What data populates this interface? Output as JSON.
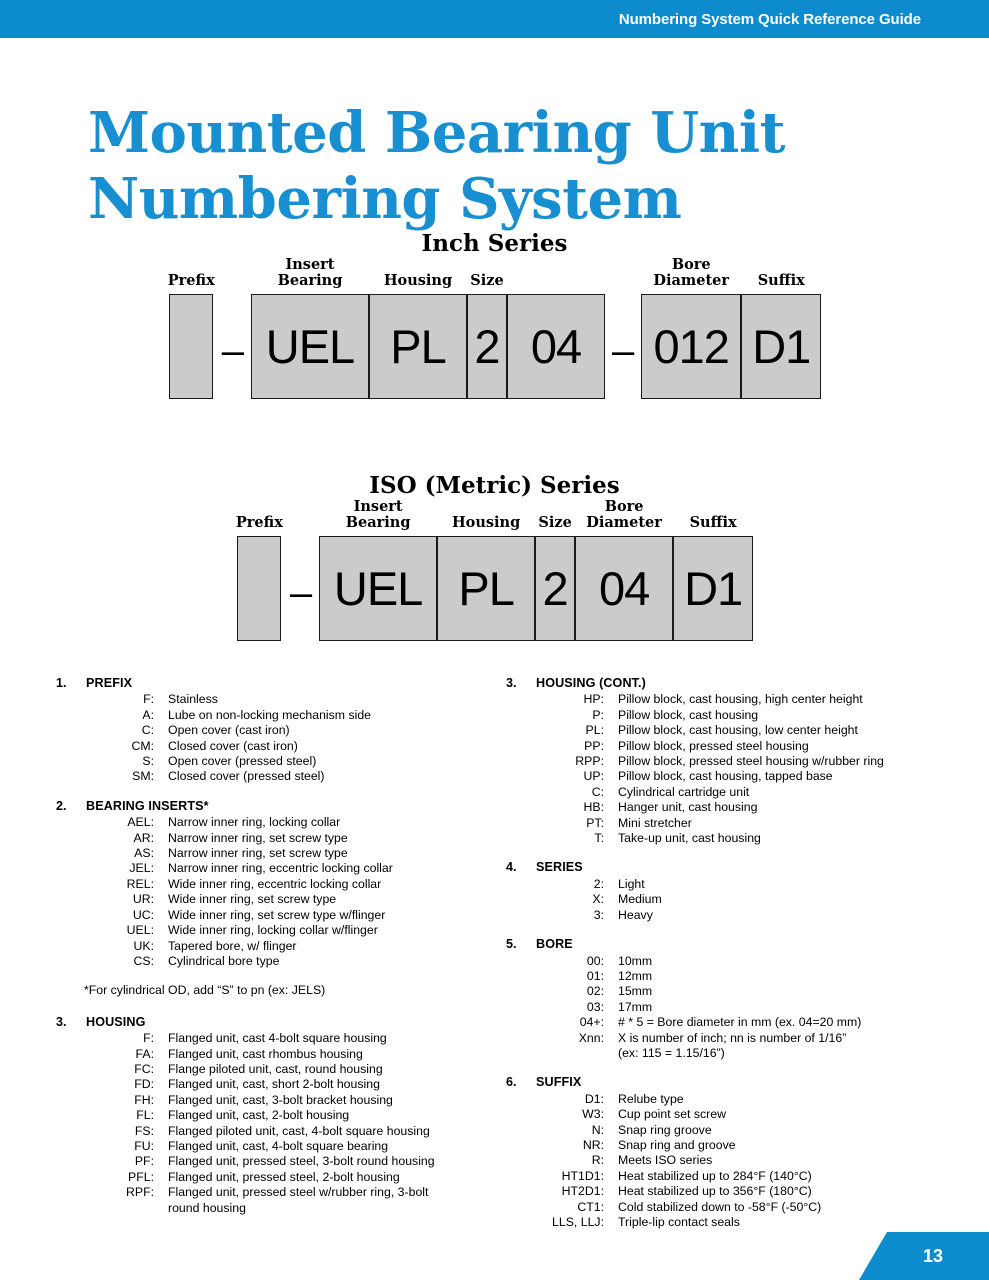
{
  "header": {
    "title": "Numbering System Quick Reference Guide",
    "accent_color": "#0c8ccd"
  },
  "title": {
    "line1": "Mounted Bearing Unit",
    "line2": "Numbering System",
    "color": "#178fd0"
  },
  "diagrams": [
    {
      "heading": "Inch Series",
      "box_fill": "#cbcbcb",
      "parts": [
        {
          "label": "Prefix",
          "value": "",
          "width": 44,
          "height": 105
        },
        {
          "separator": "–"
        },
        {
          "label": "Insert\nBearing",
          "value": "UEL",
          "width": 118,
          "height": 105
        },
        {
          "label": "Housing",
          "value": "PL",
          "width": 98,
          "height": 105
        },
        {
          "label": "Size",
          "value": "2",
          "width": 40,
          "height": 105
        },
        {
          "label": "",
          "value": "04",
          "width": 98,
          "height": 105
        },
        {
          "separator": "–"
        },
        {
          "label": "Bore\nDiameter",
          "value": "012",
          "width": 100,
          "height": 105
        },
        {
          "label": "Suffix",
          "value": "D1",
          "width": 80,
          "height": 105
        }
      ]
    },
    {
      "heading": "ISO (Metric) Series",
      "box_fill": "#cbcbcb",
      "parts": [
        {
          "label": "Prefix",
          "value": "",
          "width": 44,
          "height": 105
        },
        {
          "separator": "–"
        },
        {
          "label": "Insert\nBearing",
          "value": "UEL",
          "width": 118,
          "height": 105
        },
        {
          "label": "Housing",
          "value": "PL",
          "width": 98,
          "height": 105
        },
        {
          "label": "Size",
          "value": "2",
          "width": 40,
          "height": 105
        },
        {
          "label": "Bore\nDiameter",
          "value": "04",
          "width": 98,
          "height": 105
        },
        {
          "label": "Suffix",
          "value": "D1",
          "width": 80,
          "height": 105
        }
      ]
    }
  ],
  "legend": {
    "left_column": [
      {
        "number": "1.",
        "name": "PREFIX",
        "entries": [
          {
            "code": "F:",
            "desc": "Stainless"
          },
          {
            "code": "A:",
            "desc": "Lube on non-locking mechanism side"
          },
          {
            "code": "C:",
            "desc": "Open cover (cast iron)"
          },
          {
            "code": "CM:",
            "desc": "Closed cover (cast iron)"
          },
          {
            "code": "S:",
            "desc": "Open cover (pressed steel)"
          },
          {
            "code": "SM:",
            "desc": "Closed cover (pressed steel)"
          }
        ]
      },
      {
        "number": "2.",
        "name": "BEARING INSERTS*",
        "entries": [
          {
            "code": "AEL:",
            "desc": "Narrow inner ring, locking collar"
          },
          {
            "code": "AR:",
            "desc": "Narrow inner ring, set screw type"
          },
          {
            "code": "AS:",
            "desc": "Narrow inner ring, set screw type"
          },
          {
            "code": "JEL:",
            "desc": "Narrow inner ring, eccentric locking collar"
          },
          {
            "code": "REL:",
            "desc": "Wide inner ring, eccentric locking collar"
          },
          {
            "code": "UR:",
            "desc": "Wide inner ring, set screw type"
          },
          {
            "code": "UC:",
            "desc": "Wide inner ring, set screw type w/flinger"
          },
          {
            "code": "UEL:",
            "desc": "Wide inner ring, locking collar w/flinger"
          },
          {
            "code": "UK:",
            "desc": "Tapered bore,  w/ flinger"
          },
          {
            "code": "CS:",
            "desc": "Cylindrical bore type"
          }
        ]
      },
      {
        "footnote": "*For cylindrical OD, add “S” to pn (ex: JELS)"
      },
      {
        "number": "3.",
        "name": "HOUSING",
        "entries": [
          {
            "code": "F:",
            "desc": "Flanged unit, cast 4-bolt square housing"
          },
          {
            "code": "FA:",
            "desc": "Flanged unit, cast rhombus housing"
          },
          {
            "code": "FC:",
            "desc": "Flange piloted unit, cast, round housing"
          },
          {
            "code": "FD:",
            "desc": "Flanged unit, cast, short 2-bolt housing"
          },
          {
            "code": "FH:",
            "desc": "Flanged unit, cast, 3-bolt bracket housing"
          },
          {
            "code": "FL:",
            "desc": "Flanged unit, cast, 2-bolt housing"
          },
          {
            "code": "FS:",
            "desc": "Flanged piloted unit, cast, 4-bolt square housing"
          },
          {
            "code": "FU:",
            "desc": "Flanged unit, cast, 4-bolt square bearing"
          },
          {
            "code": "PF:",
            "desc": "Flanged unit, pressed steel, 3-bolt round housing"
          },
          {
            "code": "PFL:",
            "desc": "Flanged unit, pressed steel, 2-bolt housing"
          },
          {
            "code": "RPF:",
            "desc": "Flanged unit, pressed steel w/rubber ring, 3-bolt",
            "desc2": "round housing"
          }
        ]
      }
    ],
    "right_column": [
      {
        "number": "3.",
        "name": "HOUSING (CONT.)",
        "entries": [
          {
            "code": "HP:",
            "desc": "Pillow block, cast housing, high center height"
          },
          {
            "code": "P:",
            "desc": "Pillow block, cast housing"
          },
          {
            "code": "PL:",
            "desc": "Pillow block, cast housing, low center height"
          },
          {
            "code": "PP:",
            "desc": "Pillow block, pressed steel housing"
          },
          {
            "code": "RPP:",
            "desc": "Pillow block, pressed steel housing w/rubber ring"
          },
          {
            "code": "UP:",
            "desc": "Pillow block, cast housing, tapped base"
          },
          {
            "code": "C:",
            "desc": "Cylindrical cartridge unit"
          },
          {
            "code": "HB:",
            "desc": "Hanger unit, cast housing"
          },
          {
            "code": "PT:",
            "desc": "Mini stretcher"
          },
          {
            "code": "T:",
            "desc": "Take-up unit, cast housing"
          }
        ]
      },
      {
        "number": "4.",
        "name": "SERIES",
        "entries": [
          {
            "code": "2:",
            "desc": "Light"
          },
          {
            "code": "X:",
            "desc": "Medium"
          },
          {
            "code": "3:",
            "desc": "Heavy"
          }
        ]
      },
      {
        "number": "5.",
        "name": "BORE",
        "entries": [
          {
            "code": "00:",
            "desc": "10mm"
          },
          {
            "code": "01:",
            "desc": "12mm"
          },
          {
            "code": "02:",
            "desc": "15mm"
          },
          {
            "code": "03:",
            "desc": "17mm"
          },
          {
            "code": "04+:",
            "desc": "# * 5 = Bore diameter in mm (ex. 04=20 mm)"
          },
          {
            "code": "Xnn:",
            "desc": "X is number of inch; nn is number of 1/16”",
            "desc2": "(ex: 115 = 1.15/16”)"
          }
        ]
      },
      {
        "number": "6.",
        "name": "SUFFIX",
        "entries": [
          {
            "code": "D1:",
            "desc": "Relube type"
          },
          {
            "code": "W3:",
            "desc": "Cup point set screw"
          },
          {
            "code": "N:",
            "desc": "Snap ring groove"
          },
          {
            "code": "NR:",
            "desc": "Snap ring and groove"
          },
          {
            "code": "R:",
            "desc": "Meets ISO series"
          },
          {
            "code": "HT1D1:",
            "desc": "Heat stabilized up to 284°F (140°C)"
          },
          {
            "code": "HT2D1:",
            "desc": "Heat stabilized up to 356°F (180°C)"
          },
          {
            "code": "CT1:",
            "desc": "Cold stabilized down to -58°F (-50°C)"
          },
          {
            "code": "LLS, LLJ:",
            "desc": "Triple-lip contact seals"
          }
        ]
      }
    ]
  },
  "footer": {
    "page_number": "13"
  }
}
